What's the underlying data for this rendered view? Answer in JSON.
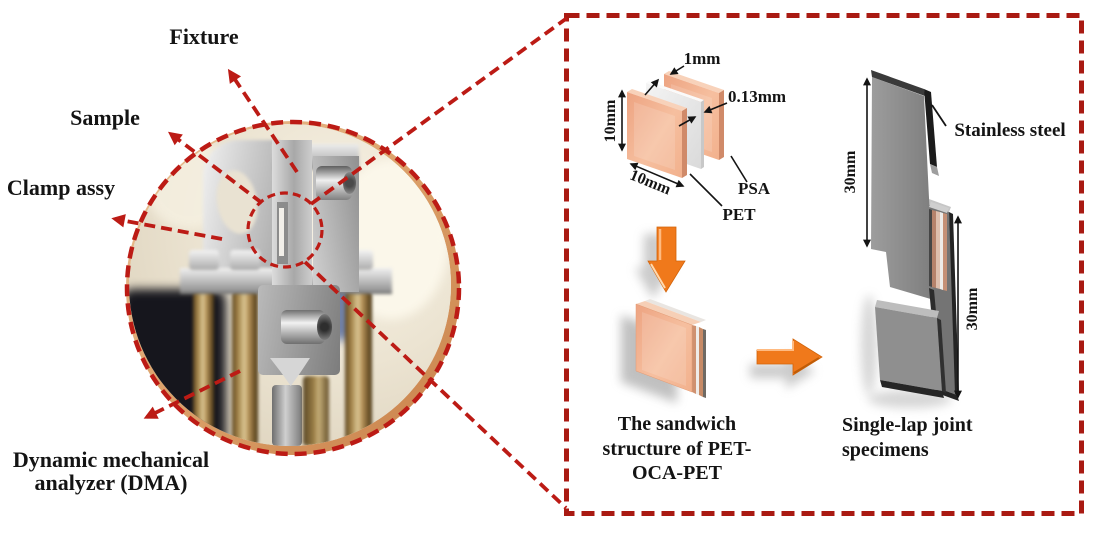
{
  "photo": {
    "labels": {
      "fixture": "Fixture",
      "sample": "Sample",
      "clamp_assy": "Clamp assy",
      "dma_line1": "Dynamic mechanical",
      "dma_line2": "analyzer (DMA)"
    }
  },
  "inset": {
    "sandwich": {
      "dim_pet": "1mm",
      "dim_psa": "0.13mm",
      "dim_height": "10mm",
      "dim_width": "10mm",
      "psa": "PSA",
      "pet": "PET",
      "caption1": "The sandwich",
      "caption2": "structure of PET-",
      "caption3": "OCA-PET"
    },
    "specimen": {
      "steel": "Stainless steel",
      "dim_upper": "30mm",
      "dim_lower": "30mm",
      "caption1": "Single-lap joint",
      "caption2": "specimens"
    }
  },
  "colors": {
    "callout_red": "#bc1b15",
    "box_red": "#a91a12",
    "arrow_orange": "#f0791b",
    "pet_face": "#f3b28f",
    "psa_face": "#ececec",
    "steel_gray": "#8d8d8d",
    "rim_tan": "#d9995f"
  }
}
